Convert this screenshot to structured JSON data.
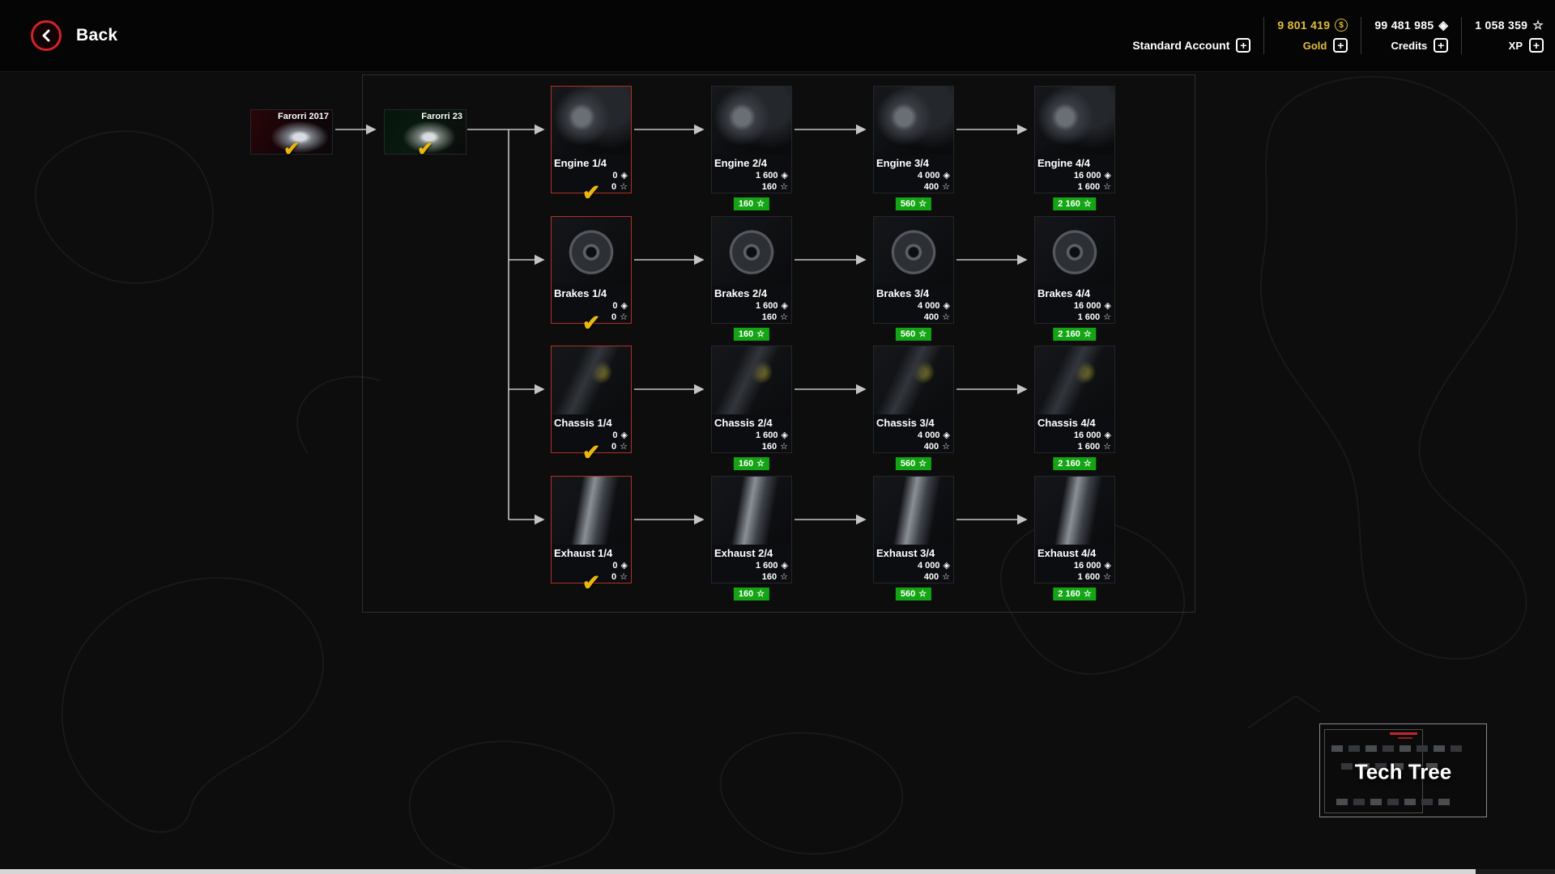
{
  "topbar": {
    "back_label": "Back",
    "account_label": "Standard Account",
    "gold": {
      "value": "9 801 419",
      "label": "Gold"
    },
    "credits": {
      "value": "99 481 985",
      "label": "Credits"
    },
    "xp": {
      "value": "1 058 359",
      "label": "XP"
    }
  },
  "bikes": [
    {
      "name": "Farorri 2017",
      "owned": true
    },
    {
      "name": "Farorri 23",
      "owned": true
    }
  ],
  "tree": {
    "rows": [
      {
        "category": "Engine",
        "nodes": [
          {
            "label": "Engine 1/4",
            "credits": "0",
            "xp": "0",
            "owned": true,
            "badge": ""
          },
          {
            "label": "Engine 2/4",
            "credits": "1 600",
            "xp": "160",
            "owned": false,
            "badge": "160"
          },
          {
            "label": "Engine 3/4",
            "credits": "4 000",
            "xp": "400",
            "owned": false,
            "badge": "560"
          },
          {
            "label": "Engine 4/4",
            "credits": "16 000",
            "xp": "1 600",
            "owned": false,
            "badge": "2 160"
          }
        ]
      },
      {
        "category": "Brakes",
        "nodes": [
          {
            "label": "Brakes 1/4",
            "credits": "0",
            "xp": "0",
            "owned": true,
            "badge": ""
          },
          {
            "label": "Brakes 2/4",
            "credits": "1 600",
            "xp": "160",
            "owned": false,
            "badge": "160"
          },
          {
            "label": "Brakes 3/4",
            "credits": "4 000",
            "xp": "400",
            "owned": false,
            "badge": "560"
          },
          {
            "label": "Brakes 4/4",
            "credits": "16 000",
            "xp": "1 600",
            "owned": false,
            "badge": "2 160"
          }
        ]
      },
      {
        "category": "Chassis",
        "nodes": [
          {
            "label": "Chassis 1/4",
            "credits": "0",
            "xp": "0",
            "owned": true,
            "badge": ""
          },
          {
            "label": "Chassis 2/4",
            "credits": "1 600",
            "xp": "160",
            "owned": false,
            "badge": "160"
          },
          {
            "label": "Chassis 3/4",
            "credits": "4 000",
            "xp": "400",
            "owned": false,
            "badge": "560"
          },
          {
            "label": "Chassis 4/4",
            "credits": "16 000",
            "xp": "1 600",
            "owned": false,
            "badge": "2 160"
          }
        ]
      },
      {
        "category": "Exhaust",
        "nodes": [
          {
            "label": "Exhaust 1/4",
            "credits": "0",
            "xp": "0",
            "owned": true,
            "badge": ""
          },
          {
            "label": "Exhaust 2/4",
            "credits": "1 600",
            "xp": "160",
            "owned": false,
            "badge": "160"
          },
          {
            "label": "Exhaust 3/4",
            "credits": "4 000",
            "xp": "400",
            "owned": false,
            "badge": "560"
          },
          {
            "label": "Exhaust 4/4",
            "credits": "16 000",
            "xp": "1 600",
            "owned": false,
            "badge": "2 160"
          }
        ]
      }
    ]
  },
  "minimap": {
    "label": "Tech Tree"
  },
  "colors": {
    "accent_red": "#d2232a",
    "gold": "#e2bd3a",
    "badge_green": "#13a513",
    "check_yellow": "#eab70c"
  }
}
